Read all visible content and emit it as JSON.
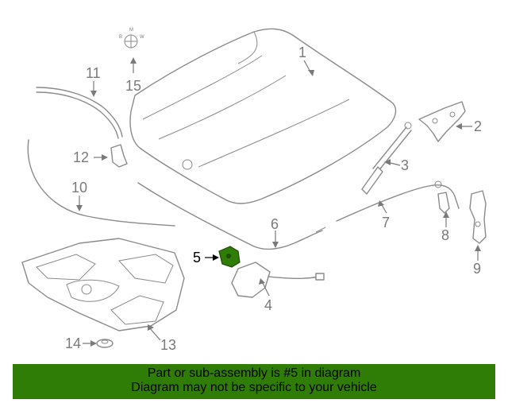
{
  "callouts": [
    {
      "id": "1",
      "label": "1"
    },
    {
      "id": "2",
      "label": "2"
    },
    {
      "id": "3",
      "label": "3"
    },
    {
      "id": "4",
      "label": "4"
    },
    {
      "id": "5",
      "label": "5"
    },
    {
      "id": "6",
      "label": "6"
    },
    {
      "id": "7",
      "label": "7"
    },
    {
      "id": "8",
      "label": "8"
    },
    {
      "id": "9",
      "label": "9"
    },
    {
      "id": "10",
      "label": "10"
    },
    {
      "id": "11",
      "label": "11"
    },
    {
      "id": "12",
      "label": "12"
    },
    {
      "id": "13",
      "label": "13"
    },
    {
      "id": "14",
      "label": "14"
    },
    {
      "id": "15",
      "label": "15"
    }
  ],
  "highlighted_part": "5",
  "emblem_letters": [
    "B",
    "M",
    "W"
  ],
  "banner": {
    "line1": "Part or sub-assembly is #5 in diagram",
    "line2": "Diagram may not be specific to your vehicle",
    "background": "#2f7d06"
  },
  "colors": {
    "drawing": "#8a8a8a",
    "highlight_part": "#2f7d06"
  }
}
